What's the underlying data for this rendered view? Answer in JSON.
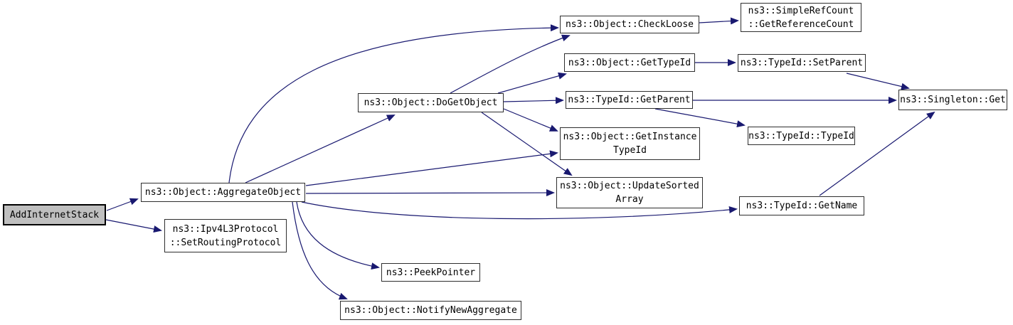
{
  "diagram": {
    "type": "doxygen-call-graph",
    "colors": {
      "background": "#ffffff",
      "edge": "#191970",
      "node_fill": "#ffffff",
      "node_border": "#2e2e2e",
      "start_node_fill": "#bfbfbf",
      "start_node_border": "#000000",
      "text": "#000000"
    },
    "nodes": {
      "add_internet_stack": {
        "line1": "AddInternetStack"
      },
      "aggregate_object": {
        "line1": "ns3::Object::AggregateObject"
      },
      "set_routing_protocol": {
        "line1": "ns3::Ipv4L3Protocol",
        "line2": "::SetRoutingProtocol"
      },
      "do_get_object": {
        "line1": "ns3::Object::DoGetObject"
      },
      "check_loose": {
        "line1": "ns3::Object::CheckLoose"
      },
      "get_reference_count": {
        "line1": "ns3::SimpleRefCount",
        "line2": "::GetReferenceCount"
      },
      "get_type_id": {
        "line1": "ns3::Object::GetTypeId"
      },
      "set_parent": {
        "line1": "ns3::TypeId::SetParent"
      },
      "get_parent": {
        "line1": "ns3::TypeId::GetParent"
      },
      "singleton_get": {
        "line1": "ns3::Singleton::Get"
      },
      "typeid_typeid": {
        "line1": "ns3::TypeId::TypeId"
      },
      "get_instance_type_id": {
        "line1": "ns3::Object::GetInstance",
        "line2": "TypeId"
      },
      "update_sorted_array": {
        "line1": "ns3::Object::UpdateSorted",
        "line2": "Array"
      },
      "get_name": {
        "line1": "ns3::TypeId::GetName"
      },
      "peek_pointer": {
        "line1": "ns3::PeekPointer"
      },
      "notify_new_aggregate": {
        "line1": "ns3::Object::NotifyNewAggregate"
      }
    },
    "edges": [
      {
        "from": "AddInternetStack",
        "to": "ns3::Object::AggregateObject"
      },
      {
        "from": "AddInternetStack",
        "to": "ns3::Ipv4L3Protocol::SetRoutingProtocol"
      },
      {
        "from": "ns3::Object::AggregateObject",
        "to": "ns3::Object::CheckLoose"
      },
      {
        "from": "ns3::Object::AggregateObject",
        "to": "ns3::Object::DoGetObject"
      },
      {
        "from": "ns3::Object::AggregateObject",
        "to": "ns3::Object::GetInstanceTypeId"
      },
      {
        "from": "ns3::Object::AggregateObject",
        "to": "ns3::Object::UpdateSortedArray"
      },
      {
        "from": "ns3::Object::AggregateObject",
        "to": "ns3::TypeId::GetName"
      },
      {
        "from": "ns3::Object::AggregateObject",
        "to": "ns3::PeekPointer"
      },
      {
        "from": "ns3::Object::AggregateObject",
        "to": "ns3::Object::NotifyNewAggregate"
      },
      {
        "from": "ns3::Object::DoGetObject",
        "to": "ns3::Object::CheckLoose"
      },
      {
        "from": "ns3::Object::DoGetObject",
        "to": "ns3::Object::GetTypeId"
      },
      {
        "from": "ns3::Object::DoGetObject",
        "to": "ns3::TypeId::GetParent"
      },
      {
        "from": "ns3::Object::DoGetObject",
        "to": "ns3::Object::GetInstanceTypeId"
      },
      {
        "from": "ns3::Object::DoGetObject",
        "to": "ns3::Object::UpdateSortedArray"
      },
      {
        "from": "ns3::Object::CheckLoose",
        "to": "ns3::SimpleRefCount::GetReferenceCount"
      },
      {
        "from": "ns3::Object::GetTypeId",
        "to": "ns3::TypeId::SetParent"
      },
      {
        "from": "ns3::TypeId::SetParent",
        "to": "ns3::Singleton::Get"
      },
      {
        "from": "ns3::TypeId::GetParent",
        "to": "ns3::Singleton::Get"
      },
      {
        "from": "ns3::TypeId::GetParent",
        "to": "ns3::TypeId::TypeId"
      },
      {
        "from": "ns3::TypeId::GetName",
        "to": "ns3::Singleton::Get"
      }
    ]
  }
}
